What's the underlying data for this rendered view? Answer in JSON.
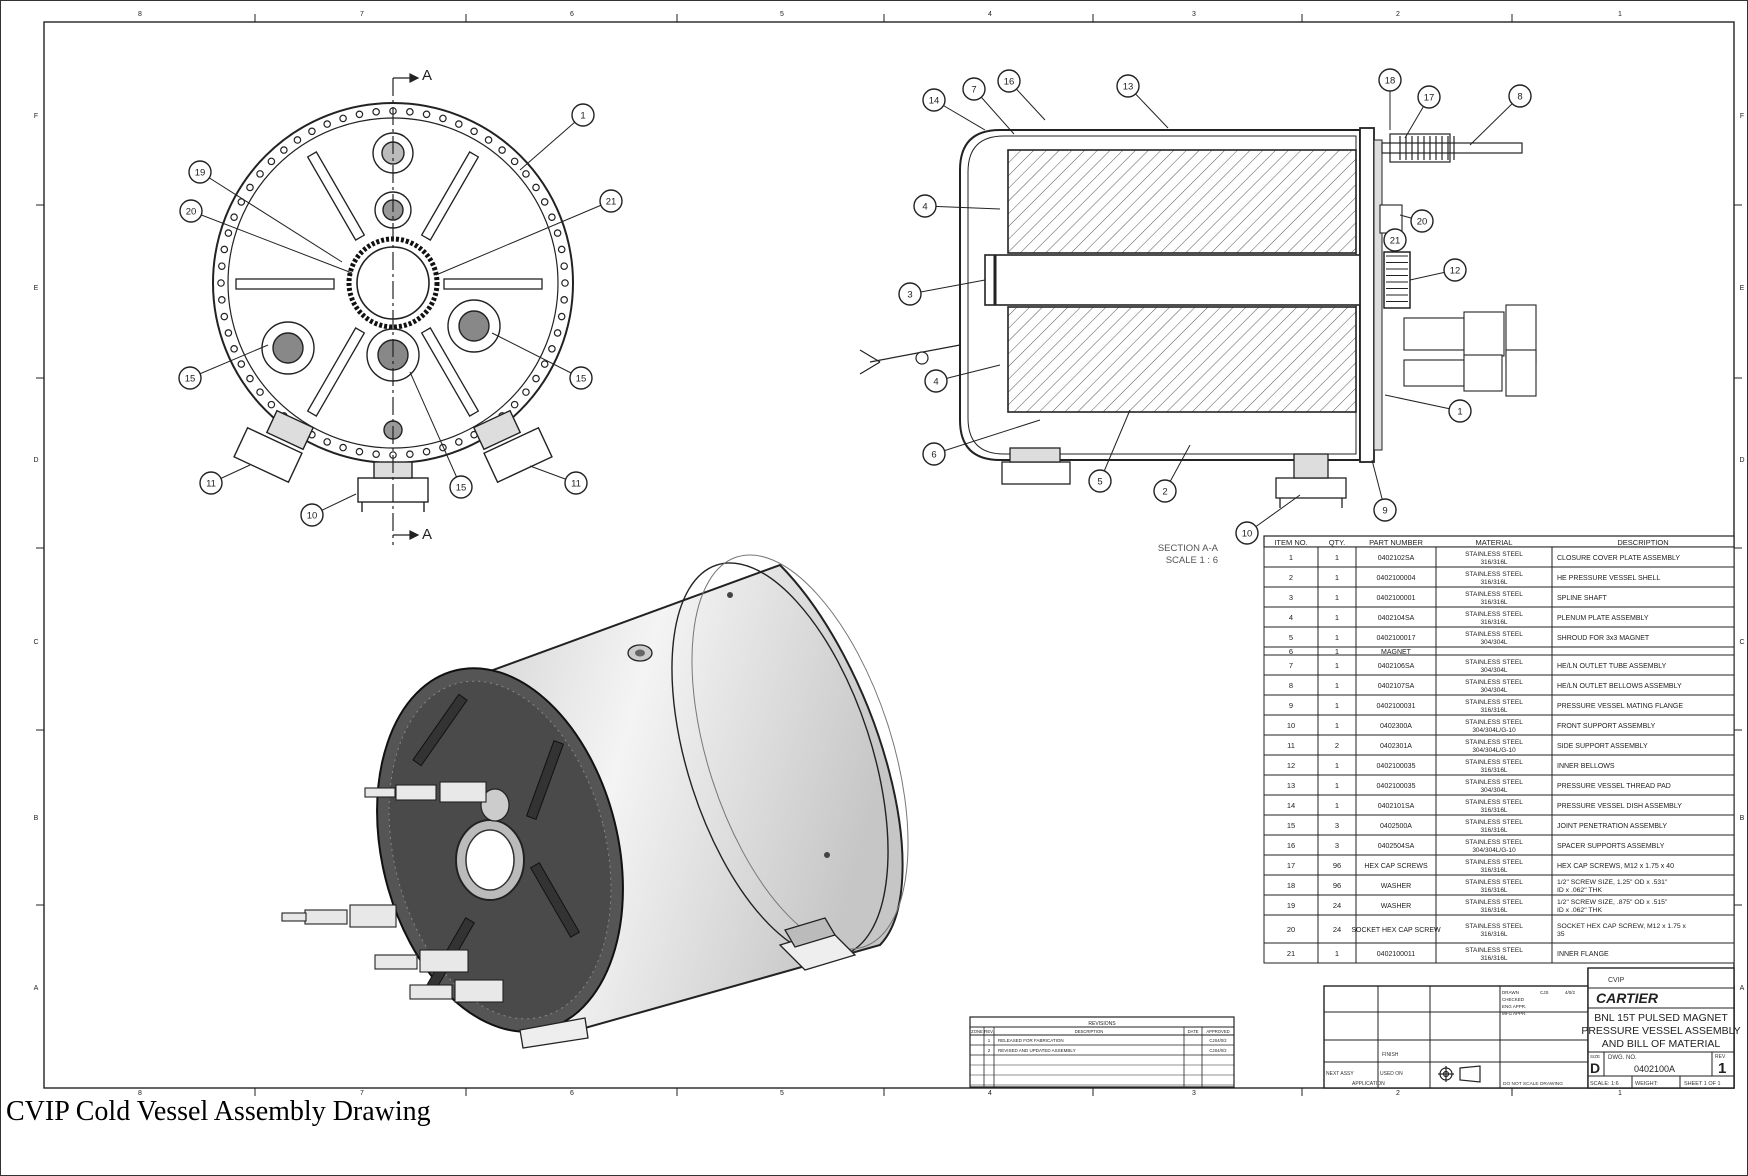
{
  "caption": "CVIP Cold Vessel Assembly Drawing",
  "zones": {
    "top": [
      "8",
      "7",
      "6",
      "5",
      "4",
      "3",
      "2",
      "1"
    ],
    "side": [
      "F",
      "E",
      "D",
      "C",
      "B",
      "A"
    ]
  },
  "section": {
    "line_label": "A",
    "title": "SECTION A-A",
    "scale": "SCALE 1 : 6"
  },
  "callouts": {
    "front": [
      "1",
      "19",
      "20",
      "21",
      "15",
      "15",
      "15",
      "11",
      "11",
      "10"
    ],
    "section": [
      "14",
      "7",
      "16",
      "13",
      "18",
      "17",
      "8",
      "4",
      "3",
      "20",
      "21",
      "12",
      "4",
      "6",
      "5",
      "2",
      "10",
      "9",
      "1"
    ]
  },
  "bom": {
    "headers": [
      "ITEM NO.",
      "QTY.",
      "PART NUMBER",
      "MATERIAL",
      "DESCRIPTION"
    ],
    "rows": [
      [
        "1",
        "1",
        "0402102SA",
        "STAINLESS STEEL 316/316L",
        "CLOSURE COVER PLATE ASSEMBLY"
      ],
      [
        "2",
        "1",
        "0402100004",
        "STAINLESS STEEL 316/316L",
        "HE PRESSURE VESSEL SHELL"
      ],
      [
        "3",
        "1",
        "0402100001",
        "STAINLESS STEEL 316/316L",
        "SPLINE SHAFT"
      ],
      [
        "4",
        "1",
        "0402104SA",
        "STAINLESS STEEL 316/316L",
        "PLENUM PLATE ASSEMBLY"
      ],
      [
        "5",
        "1",
        "0402100017",
        "STAINLESS STEEL 304/304L",
        "SHROUD FOR 3x3 MAGNET"
      ],
      [
        "6",
        "1",
        "MAGNET",
        "",
        ""
      ],
      [
        "7",
        "1",
        "0402106SA",
        "STAINLESS STEEL 304/304L",
        "HE/LN OUTLET TUBE ASSEMBLY"
      ],
      [
        "8",
        "1",
        "0402107SA",
        "STAINLESS STEEL 304/304L",
        "HE/LN OUTLET BELLOWS ASSEMBLY"
      ],
      [
        "9",
        "1",
        "0402100031",
        "STAINLESS STEEL 316/316L",
        "PRESSURE VESSEL MATING FLANGE"
      ],
      [
        "10",
        "1",
        "0402300A",
        "STAINLESS STEEL 304/304L/G-10",
        "FRONT SUPPORT ASSEMBLY"
      ],
      [
        "11",
        "2",
        "0402301A",
        "STAINLESS STEEL 304/304L/G-10",
        "SIDE SUPPORT ASSEMBLY"
      ],
      [
        "12",
        "1",
        "0402100035",
        "STAINLESS STEEL 316/316L",
        "INNER BELLOWS"
      ],
      [
        "13",
        "1",
        "0402100035",
        "STAINLESS STEEL 304/304L",
        "PRESSURE VESSEL THREAD PAD"
      ],
      [
        "14",
        "1",
        "0402101SA",
        "STAINLESS STEEL 316/316L",
        "PRESSURE VESSEL DISH ASSEMBLY"
      ],
      [
        "15",
        "3",
        "0402500A",
        "STAINLESS STEEL 316/316L",
        "JOINT PENETRATION ASSEMBLY"
      ],
      [
        "16",
        "3",
        "0402504SA",
        "STAINLESS STEEL 304/304L/G-10",
        "SPACER SUPPORTS ASSEMBLY"
      ],
      [
        "17",
        "96",
        "HEX CAP SCREWS",
        "STAINLESS STEEL 316/316L",
        "HEX CAP SCREWS, M12 x 1.75 x 40"
      ],
      [
        "18",
        "96",
        "WASHER",
        "STAINLESS STEEL 316/316L",
        "1/2\" SCREW SIZE, 1.25\" OD x .531\" ID x .062\" THK"
      ],
      [
        "19",
        "24",
        "WASHER",
        "STAINLESS STEEL 316/316L",
        "1/2\" SCREW SIZE, .875\" OD x .515\" ID x .062\" THK"
      ],
      [
        "20",
        "24",
        "SOCKET HEX CAP SCREW",
        "STAINLESS STEEL 316/316L",
        "SOCKET HEX CAP SCREW, M12 x 1.75 x 35"
      ],
      [
        "21",
        "1",
        "0402100011",
        "STAINLESS STEEL 316/316L",
        "INNER FLANGE"
      ]
    ]
  },
  "revisions": {
    "title": "REVISIONS",
    "headers": [
      "ZONE",
      "REV.",
      "DESCRIPTION",
      "DATE",
      "APPROVED"
    ],
    "rows": [
      [
        "",
        "1",
        "RELEASED FOR FABRICATION",
        "",
        "CJS4/0/2"
      ],
      [
        "",
        "2",
        "REVISED AND UPDATED ASSEMBLY",
        "",
        "CJS4/0/2"
      ]
    ]
  },
  "title_block": {
    "org": "CVIP",
    "logo": "CARTIER",
    "title_lines": [
      "BNL 15T PULSED MAGNET",
      "PRESSURE VESSEL ASSEMBLY",
      "AND BILL OF MATERIAL"
    ],
    "size_label": "SIZE",
    "size": "D",
    "dwg_label": "DWG. NO.",
    "dwg_no": "0402100A",
    "rev_label": "REV",
    "rev": "1",
    "scale": "SCALE: 1:6",
    "weight": "WEIGHT:",
    "sheet": "SHEET 1 OF 1",
    "approvals": [
      [
        "DRAWN",
        "CJS",
        "4/0/2"
      ],
      [
        "CHECKED",
        "",
        ""
      ],
      [
        "ENG APPR.",
        "",
        ""
      ],
      [
        "MFG APPR.",
        "",
        ""
      ]
    ],
    "finish": "FINISH",
    "next_assy": "NEXT ASSY",
    "used_on": "USED ON",
    "application": "APPLICATION",
    "do_not_scale": "DO NOT SCALE DRAWING"
  }
}
